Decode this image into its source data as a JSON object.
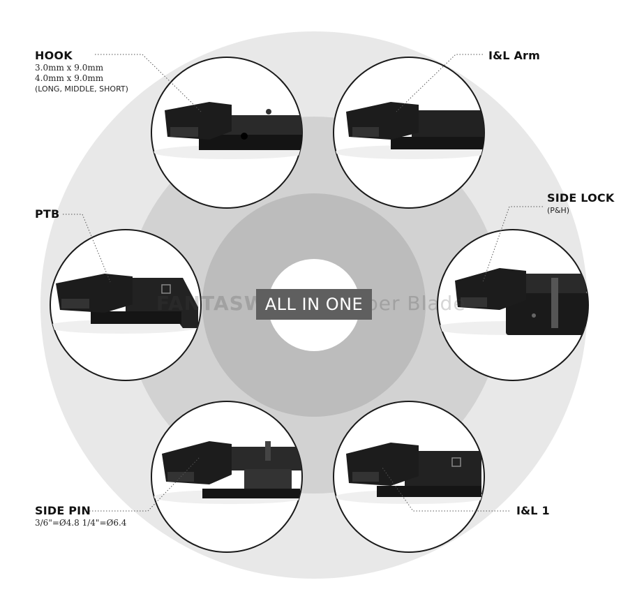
{
  "center": {
    "label": "ALL IN ONE"
  },
  "watermark": {
    "left_part": "FANTASW",
    "right_part": "per Blade"
  },
  "colors": {
    "outer_ring": "#e8e8e8",
    "middle_ring": "#d2d2d2",
    "inner_ring": "#bcbcbc",
    "badge": "#5f5f5f",
    "adapter": "#1c1c1c"
  },
  "adapters": [
    {
      "id": "hook",
      "title": "HOOK",
      "details": [
        "3.0mm x 9.0mm",
        "4.0mm x 9.0mm",
        "(LONG, MIDDLE, SHORT)"
      ]
    },
    {
      "id": "il-arm",
      "title": "I&L Arm",
      "details": []
    },
    {
      "id": "ptb",
      "title": "PTB",
      "details": []
    },
    {
      "id": "side-lock",
      "title": "SIDE LOCK",
      "details": [
        "(P&H)"
      ]
    },
    {
      "id": "side-pin",
      "title": "SIDE PIN",
      "details": [
        "3/6\"=Ø4.8 1/4\"=Ø6.4"
      ]
    },
    {
      "id": "il-1",
      "title": "I&L 1",
      "details": []
    }
  ]
}
